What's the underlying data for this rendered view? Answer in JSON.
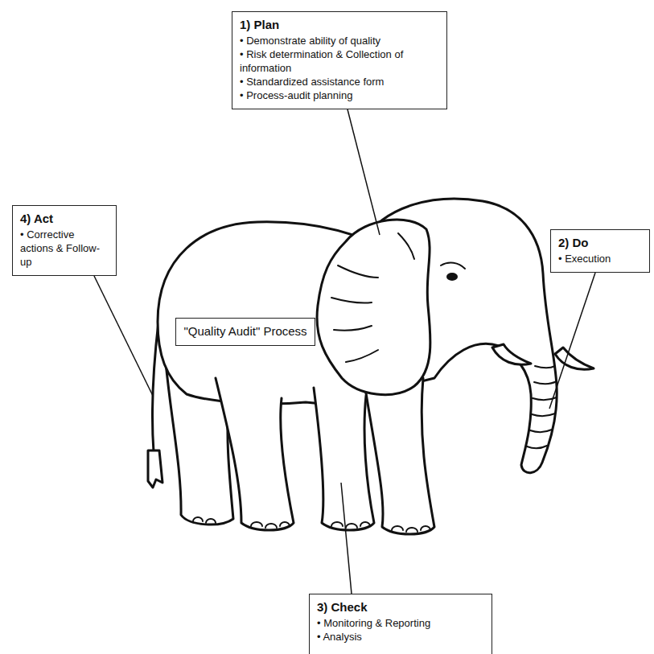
{
  "diagram": {
    "nodes": [
      {
        "text": [
          "1) Plan",
          "• Demonstrate ability of quality",
          "• Risk determination & Collection of information",
          "• Standardized assistance form",
          "• Process-audit planning"
        ]
      },
      {
        "text": [
          "4) Act",
          "• Corrective actions & Follow-up"
        ]
      },
      {
        "text": [
          "2) Do",
          "• Execution"
        ]
      },
      {
        "text": [
          "\"Quality Audit\" Process"
        ]
      },
      {
        "text": [
          "3) Check",
          "• Monitoring & Reporting",
          "• Analysis"
        ]
      }
    ]
  }
}
